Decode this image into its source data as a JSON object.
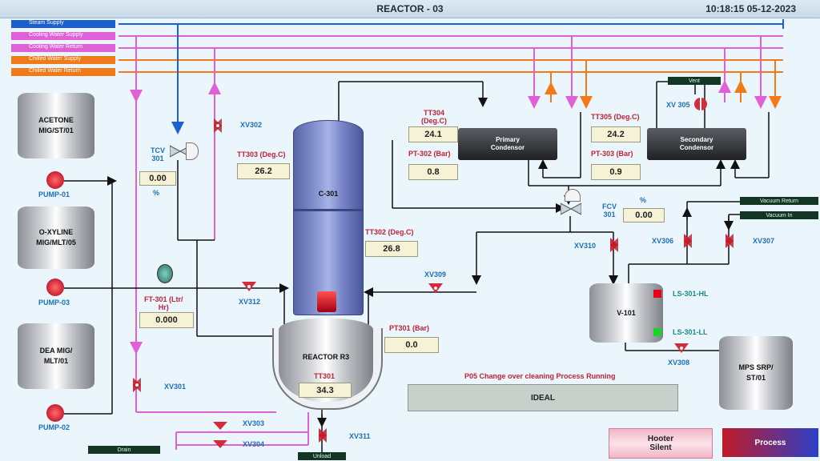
{
  "header": {
    "title": "REACTOR - 03",
    "clock": "10:18:15 05-12-2023"
  },
  "supply_lines": [
    {
      "label": "Steam Supply",
      "color": "#1b5fd0"
    },
    {
      "label": "Cooling Water Supply",
      "color": "#e060d8"
    },
    {
      "label": "Cooling Water Return",
      "color": "#e060d8"
    },
    {
      "label": "Chilled Water Supply",
      "color": "#f07a1a"
    },
    {
      "label": "Chilled Water Return",
      "color": "#f07a1a"
    }
  ],
  "tanks": {
    "acetone": "ACETONE\nMIG/ST/01",
    "oxyline": "O-XYLINE\nMIG/MLT/05",
    "dea": "DEA MIG/\nMLT/01",
    "v101": "V-101",
    "mps": "MPS SRP/\nST/01",
    "column": "C-301",
    "reactor": "REACTOR  R3"
  },
  "pumps": {
    "p1": "PUMP-01",
    "p3": "PUMP-03",
    "p2": "PUMP-02"
  },
  "valves": {
    "xv301": "XV301",
    "xv302": "XV302",
    "xv303": "XV303",
    "xv304": "XV304",
    "xv305": "XV 305",
    "xv306": "XV306",
    "xv307": "XV307",
    "xv308": "XV308",
    "xv309": "XV309",
    "xv310": "XV310",
    "xv311": "XV311",
    "xv312": "XV312"
  },
  "instruments": {
    "tcv301": {
      "label": "TCV\n301",
      "value": "0.00",
      "unit": "%"
    },
    "fcv301": {
      "label": "FCV\n301",
      "value": "0.00",
      "unit": "%"
    },
    "tt303": {
      "label": "TT303 (Deg.C)",
      "value": "26.2"
    },
    "tt304": {
      "label": "TT304\n(Deg.C)",
      "value": "24.1"
    },
    "pt302": {
      "label": "PT-302 (Bar)",
      "value": "0.8"
    },
    "tt305": {
      "label": "TT305 (Deg.C)",
      "value": "24.2"
    },
    "pt303": {
      "label": "PT-303 (Bar)",
      "value": "0.9"
    },
    "tt302": {
      "label": "TT302 (Deg.C)",
      "value": "26.8"
    },
    "ft301": {
      "label": "FT-301 (Ltr/\nHr)",
      "value": "0.000"
    },
    "pt301": {
      "label": "PT301 (Bar)",
      "value": "0.0"
    },
    "tt301": {
      "label": "TT301",
      "value": "34.3"
    }
  },
  "condensers": {
    "primary": "Primary\nCondensor",
    "secondary": "Secondary\nCondensor"
  },
  "level_switches": {
    "hl": "LS-301-HL",
    "ll": "LS-301-LL"
  },
  "tags": {
    "vent": "Vent",
    "vacuum_return": "Vacuum Return",
    "vacuum_in": "Vacuum In",
    "drain": "Drain",
    "unload": "Unload"
  },
  "status": {
    "message": "P05 Change over cleaning Process Running",
    "state": "IDEAL"
  },
  "buttons": {
    "hooter": "Hooter\nSilent",
    "process": "Process"
  }
}
